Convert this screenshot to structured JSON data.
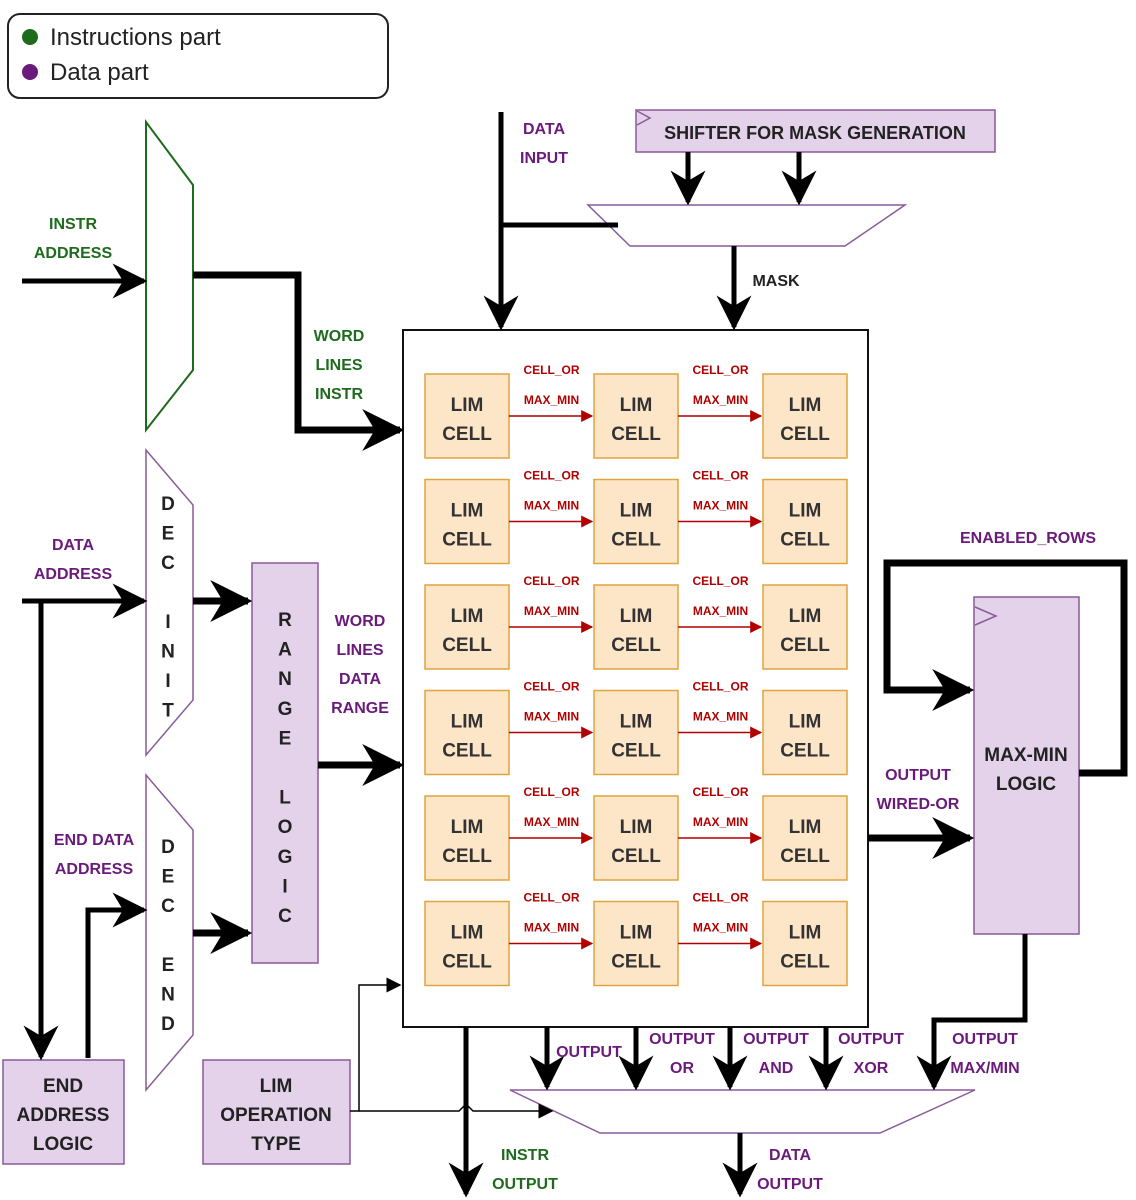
{
  "legend": {
    "instructions": "Instructions part",
    "data": "Data part",
    "instructions_color": "#1e6b1e",
    "data_color": "#6a1a7a"
  },
  "labels": {
    "instr_address": [
      "INSTR",
      "ADDRESS"
    ],
    "data_address": [
      "DATA",
      "ADDRESS"
    ],
    "end_data_address": [
      "END DATA",
      "ADDRESS"
    ],
    "word_lines_instr": [
      "WORD",
      "LINES",
      "INSTR"
    ],
    "word_lines_data_range": [
      "WORD",
      "LINES",
      "DATA",
      "RANGE"
    ],
    "data_input": [
      "DATA",
      "INPUT"
    ],
    "mask": "MASK",
    "enabled_rows": "ENABLED_ROWS",
    "output_wired_or": [
      "OUTPUT",
      "WIRED-OR"
    ],
    "output": "OUTPUT",
    "output_or": [
      "OUTPUT",
      "OR"
    ],
    "output_and": [
      "OUTPUT",
      "AND"
    ],
    "output_xor": [
      "OUTPUT",
      "XOR"
    ],
    "output_maxmin": [
      "OUTPUT",
      "MAX/MIN"
    ],
    "instr_output": [
      "INSTR",
      "OUTPUT"
    ],
    "data_output": [
      "DATA",
      "OUTPUT"
    ]
  },
  "blocks": {
    "shifter": "SHIFTER FOR MASK GENERATION",
    "range_logic": [
      "R",
      "A",
      "N",
      "G",
      "E",
      "",
      "L",
      "O",
      "G",
      "I",
      "C"
    ],
    "dec_init": [
      "D",
      "E",
      "C",
      "",
      "I",
      "N",
      "I",
      "T"
    ],
    "dec_end": [
      "D",
      "E",
      "C",
      "",
      "E",
      "N",
      "D"
    ],
    "maxmin_logic": [
      "MAX-MIN",
      "LOGIC"
    ],
    "end_address_logic": [
      "END",
      "ADDRESS",
      "LOGIC"
    ],
    "lim_operation_type": [
      "LIM",
      "OPERATION",
      "TYPE"
    ]
  },
  "cell": {
    "line1": "LIM",
    "line2": "CELL",
    "link_top": "CELL_OR",
    "link_bottom": "MAX_MIN",
    "rows": 6,
    "cols": 3
  }
}
